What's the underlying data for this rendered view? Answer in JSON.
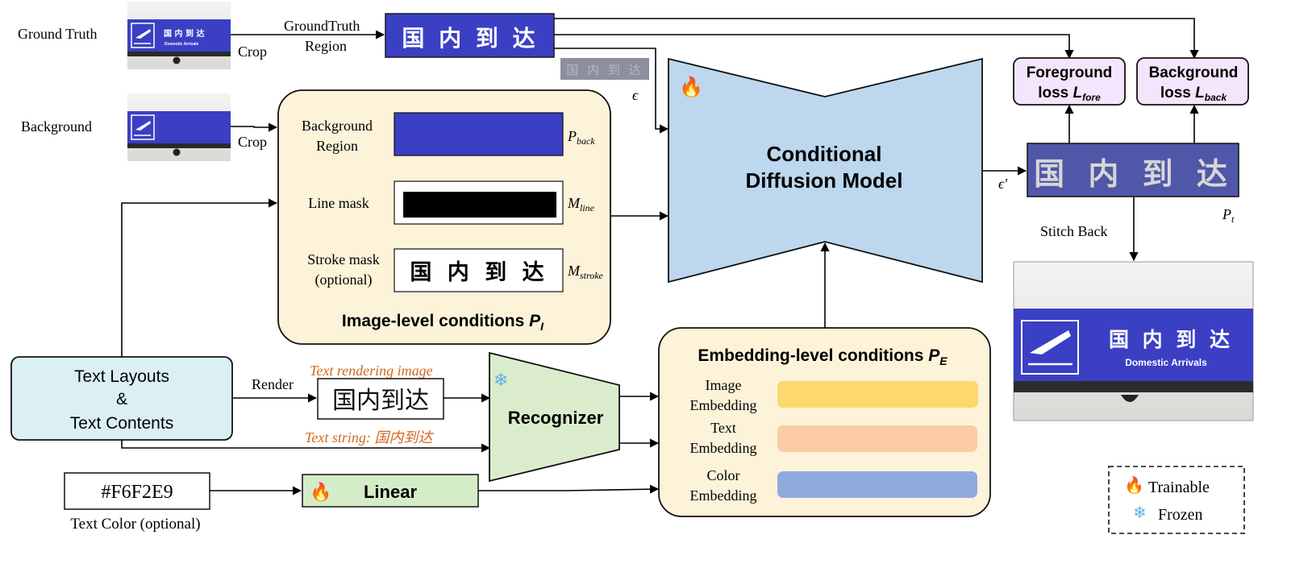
{
  "left_labels": {
    "ground_truth": "Ground Truth",
    "background": "Background",
    "crop": "Crop",
    "text_color_caption": "Text Color (optional)"
  },
  "gt_region": {
    "label_line1": "GroundTruth",
    "label_line2": "Region",
    "sign_text": "国 内 到 达",
    "epsilon": "ϵ"
  },
  "sign": {
    "chinese": "国 内 到 达",
    "english": "Domestic Arrivals"
  },
  "image_conditions": {
    "background_region_line1": "Background",
    "background_region_line2": "Region",
    "p_back_main": "P",
    "p_back_sub": "back",
    "line_mask": "Line mask",
    "m_line_main": "M",
    "m_line_sub": "line",
    "stroke_mask_line1": "Stroke mask",
    "stroke_mask_line2": "(optional)",
    "stroke_text": "国 内 到 达",
    "m_stroke_main": "M",
    "m_stroke_sub": "stroke",
    "title_main": "Image-level conditions ",
    "title_sym": "P",
    "title_sub": "I"
  },
  "diffusion": {
    "line1": "Conditional",
    "line2": "Diffusion Model",
    "fire_icon": "🔥"
  },
  "losses": {
    "fore_line1": "Foreground",
    "fore_line2": "loss ",
    "fore_sym": "L",
    "fore_sub": "fore",
    "back_line1": "Background",
    "back_line2": "loss ",
    "back_sym": "L",
    "back_sub": "back"
  },
  "output": {
    "epsilon_prime": "ϵ′",
    "sign_text": "国 内 到 达",
    "p_t_main": "P",
    "p_t_sub": "t",
    "stitch_back": "Stitch Back"
  },
  "text_layouts": {
    "line1": "Text Layouts",
    "line2": "&",
    "line3": "Text Contents",
    "render": "Render",
    "render_caption": "Text rendering image",
    "rendered_text": "国内到达",
    "string_caption": "Text string: 国内到达"
  },
  "recognizer": {
    "label": "Recognizer",
    "snow_icon": "❄"
  },
  "color_input": {
    "value": "#F6F2E9"
  },
  "linear": {
    "label": "Linear",
    "fire_icon": "🔥"
  },
  "embedding_conditions": {
    "title_main": "Embedding-level conditions ",
    "title_sym": "P",
    "title_sub": "E",
    "image_line1": "Image",
    "image_line2": "Embedding",
    "text_line1": "Text",
    "text_line2": "Embedding",
    "color_line1": "Color",
    "color_line2": "Embedding"
  },
  "legend": {
    "fire_icon": "🔥",
    "trainable": "Trainable",
    "snow_icon": "❄",
    "frozen": "Frozen"
  },
  "colors": {
    "sign_blue": "#3a3fc4",
    "panel_fill": "#fdf3d9",
    "diffusion_fill": "#bcd7ee",
    "loss_fill": "#f3e5fb",
    "text_layout_fill": "#dbf0f4",
    "recognizer_fill": "#dbeccd",
    "linear_fill": "#d5ecc8",
    "embed_image": "#fdd86c",
    "embed_text": "#fccca5",
    "embed_color": "#8fabdd",
    "orange_caption": "#d2691e"
  }
}
